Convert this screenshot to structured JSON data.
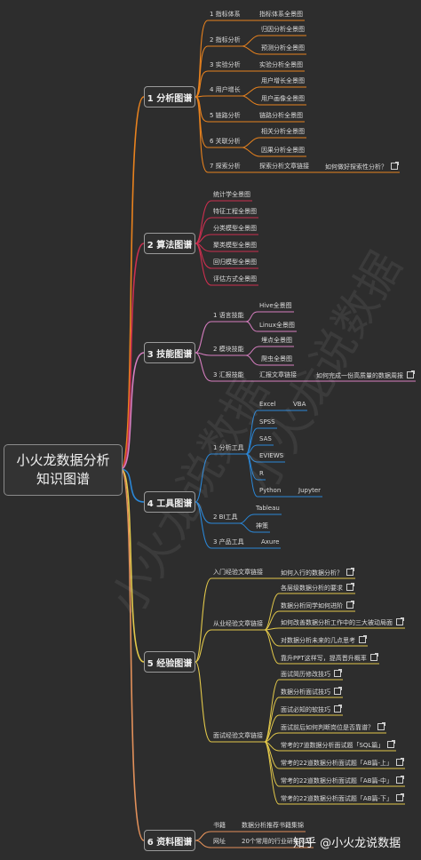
{
  "root": {
    "line1": "小火龙数据分析",
    "line2": "知识图谱"
  },
  "sections": [
    {
      "label": "1 分析图谱",
      "color": "#e8821e"
    },
    {
      "label": "2 算法图谱",
      "color": "#cc2f4f"
    },
    {
      "label": "3 技能图谱",
      "color": "#d67ec0"
    },
    {
      "label": "4 工具图谱",
      "color": "#2a86d6"
    },
    {
      "label": "5 经验图谱",
      "color": "#e2c84a"
    },
    {
      "label": "6 资料图谱",
      "color": "#e2905a"
    }
  ],
  "nodes": [
    {
      "text": "1 指标体系"
    },
    {
      "text": "指标体系全景图"
    },
    {
      "text": "2 指标分析"
    },
    {
      "text": "归因分析全景图"
    },
    {
      "text": "预测分析全景图"
    },
    {
      "text": "3 实验分析"
    },
    {
      "text": "实验分析全景图"
    },
    {
      "text": "4 用户增长"
    },
    {
      "text": "用户增长全景图"
    },
    {
      "text": "用户画像全景图"
    },
    {
      "text": "5 链路分析"
    },
    {
      "text": "链路分析全景图"
    },
    {
      "text": "6 关联分析"
    },
    {
      "text": "相关分析全景图"
    },
    {
      "text": "因果分析全景图"
    },
    {
      "text": "7 探索分析"
    },
    {
      "text": "探索分析文章链接"
    },
    {
      "text": "如何做好探索性分析？"
    },
    {
      "text": "统计学全景图"
    },
    {
      "text": "特征工程全景图"
    },
    {
      "text": "分类模型全景图"
    },
    {
      "text": "聚类模型全景图"
    },
    {
      "text": "回归模型全景图"
    },
    {
      "text": "评估方式全景图"
    },
    {
      "text": "1 语言技能"
    },
    {
      "text": "Hive全景图"
    },
    {
      "text": "Linux全景图"
    },
    {
      "text": "2 模块技能"
    },
    {
      "text": "埋点全景图"
    },
    {
      "text": "爬虫全景图"
    },
    {
      "text": "3 汇报技能"
    },
    {
      "text": "汇报文章链接"
    },
    {
      "text": "如何完成一份高质量的数据周报"
    },
    {
      "text": "1 分析工具"
    },
    {
      "text": "Excel"
    },
    {
      "text": "VBA"
    },
    {
      "text": "SPSS"
    },
    {
      "text": "SAS"
    },
    {
      "text": "EVIEWS"
    },
    {
      "text": "R"
    },
    {
      "text": "Python"
    },
    {
      "text": "Jupyter"
    },
    {
      "text": "2 BI工具"
    },
    {
      "text": "Tableau"
    },
    {
      "text": "神策"
    },
    {
      "text": "3 产品工具"
    },
    {
      "text": "Axure"
    },
    {
      "text": "入门经验文章链接"
    },
    {
      "text": "如何入行的数据分析？"
    },
    {
      "text": "从业经验文章链接"
    },
    {
      "text": "各层级数据分析的要求"
    },
    {
      "text": "数据分析同学如何进阶"
    },
    {
      "text": "如何改善数据分析工作中的三大被动局面"
    },
    {
      "text": "对数据分析未来的几点思考"
    },
    {
      "text": "靠升PPT这样写，提高晋升概率"
    },
    {
      "text": "面试经验文章链接"
    },
    {
      "text": "面试简历修改技巧"
    },
    {
      "text": "数据分析面试技巧"
    },
    {
      "text": "面试必知的软技巧"
    },
    {
      "text": "面试前后如何判断岗位是否靠谱？"
    },
    {
      "text": "常考的7道数据分析面试题「SQL篇」"
    },
    {
      "text": "常考的22道数据分析面试题「AB篇-上」"
    },
    {
      "text": "常考的22道数据分析面试题「AB篇-中」"
    },
    {
      "text": "常考的22道数据分析面试题「AB篇-下」"
    },
    {
      "text": "书籍"
    },
    {
      "text": "数据分析推荐书籍集锦"
    },
    {
      "text": "网址"
    },
    {
      "text": "20个常用的行业研究网站"
    }
  ],
  "watermark": {
    "text": "小火龙说数据"
  },
  "footer": {
    "text": "知乎 @小火龙说数据"
  }
}
